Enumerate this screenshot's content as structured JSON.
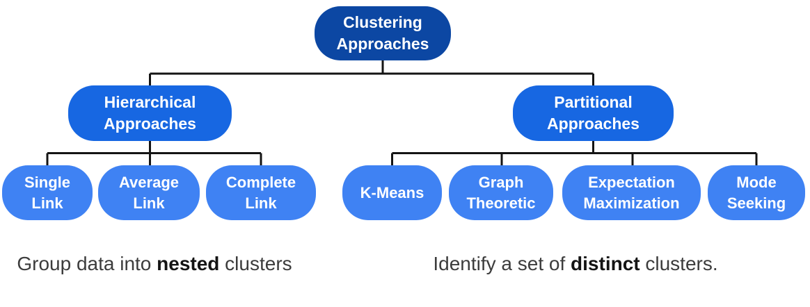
{
  "colors": {
    "background": "#ffffff",
    "root_fill": "#0c47a3",
    "branch_fill": "#1767e2",
    "leaf_fill": "#3f82f3",
    "connector": "#141414",
    "node_text": "#ffffff",
    "caption_text": "#3c3c3c",
    "caption_bold_text": "#141414"
  },
  "tree": {
    "root": {
      "label": "Clustering\nApproaches"
    },
    "branches": [
      {
        "label": "Hierarchical\nApproaches",
        "children": [
          {
            "label": "Single\nLink"
          },
          {
            "label": "Average\nLink"
          },
          {
            "label": "Complete\nLink"
          }
        ]
      },
      {
        "label": "Partitional\nApproaches",
        "children": [
          {
            "label": "K-Means"
          },
          {
            "label": "Graph\nTheoretic"
          },
          {
            "label": "Expectation\nMaximization"
          },
          {
            "label": "Mode\nSeeking"
          }
        ]
      }
    ]
  },
  "captions": {
    "hierarchical": {
      "prefix": "Group data into ",
      "bold": "nested",
      "suffix": " clusters"
    },
    "partitional": {
      "prefix": "Identify a set of ",
      "bold": "distinct",
      "suffix": " clusters."
    }
  }
}
